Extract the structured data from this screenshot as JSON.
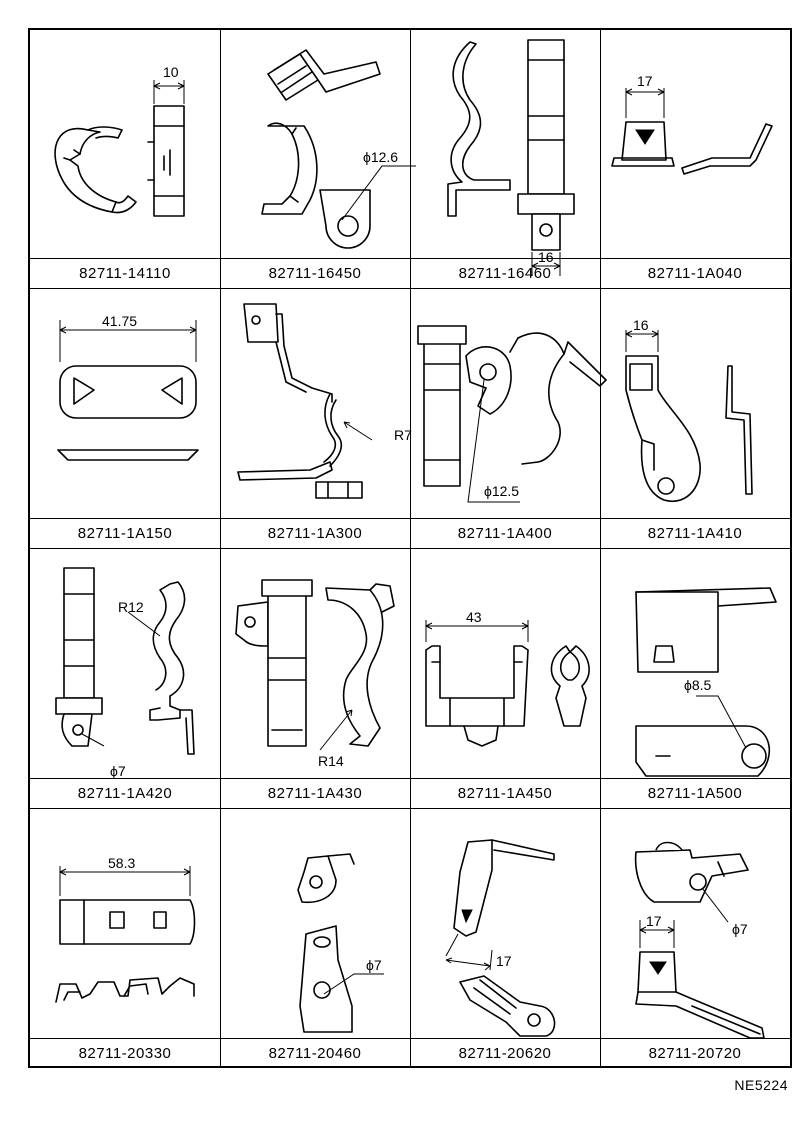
{
  "grid": {
    "rows": [
      [
        {
          "part_number": "82711-14110",
          "dims": [
            "10"
          ]
        },
        {
          "part_number": "82711-16450",
          "dims": [
            "ϕ12.6"
          ]
        },
        {
          "part_number": "82711-16460",
          "dims": [
            "16"
          ]
        },
        {
          "part_number": "82711-1A040",
          "dims": [
            "17"
          ]
        }
      ],
      [
        {
          "part_number": "82711-1A150",
          "dims": [
            "41.75"
          ]
        },
        {
          "part_number": "82711-1A300",
          "dims": [
            "R7"
          ]
        },
        {
          "part_number": "82711-1A400",
          "dims": [
            "ϕ12.5"
          ]
        },
        {
          "part_number": "82711-1A410",
          "dims": [
            "16"
          ]
        }
      ],
      [
        {
          "part_number": "82711-1A420",
          "dims": [
            "R12",
            "ϕ7"
          ]
        },
        {
          "part_number": "82711-1A430",
          "dims": [
            "R14"
          ]
        },
        {
          "part_number": "82711-1A450",
          "dims": [
            "43"
          ]
        },
        {
          "part_number": "82711-1A500",
          "dims": [
            "ϕ8.5"
          ]
        }
      ],
      [
        {
          "part_number": "82711-20330",
          "dims": [
            "58.3"
          ]
        },
        {
          "part_number": "82711-20460",
          "dims": [
            "ϕ7"
          ]
        },
        {
          "part_number": "82711-20620",
          "dims": [
            "17"
          ]
        },
        {
          "part_number": "82711-20720",
          "dims": [
            "ϕ7",
            "17"
          ]
        }
      ]
    ]
  },
  "drawing_code": "NE5224"
}
